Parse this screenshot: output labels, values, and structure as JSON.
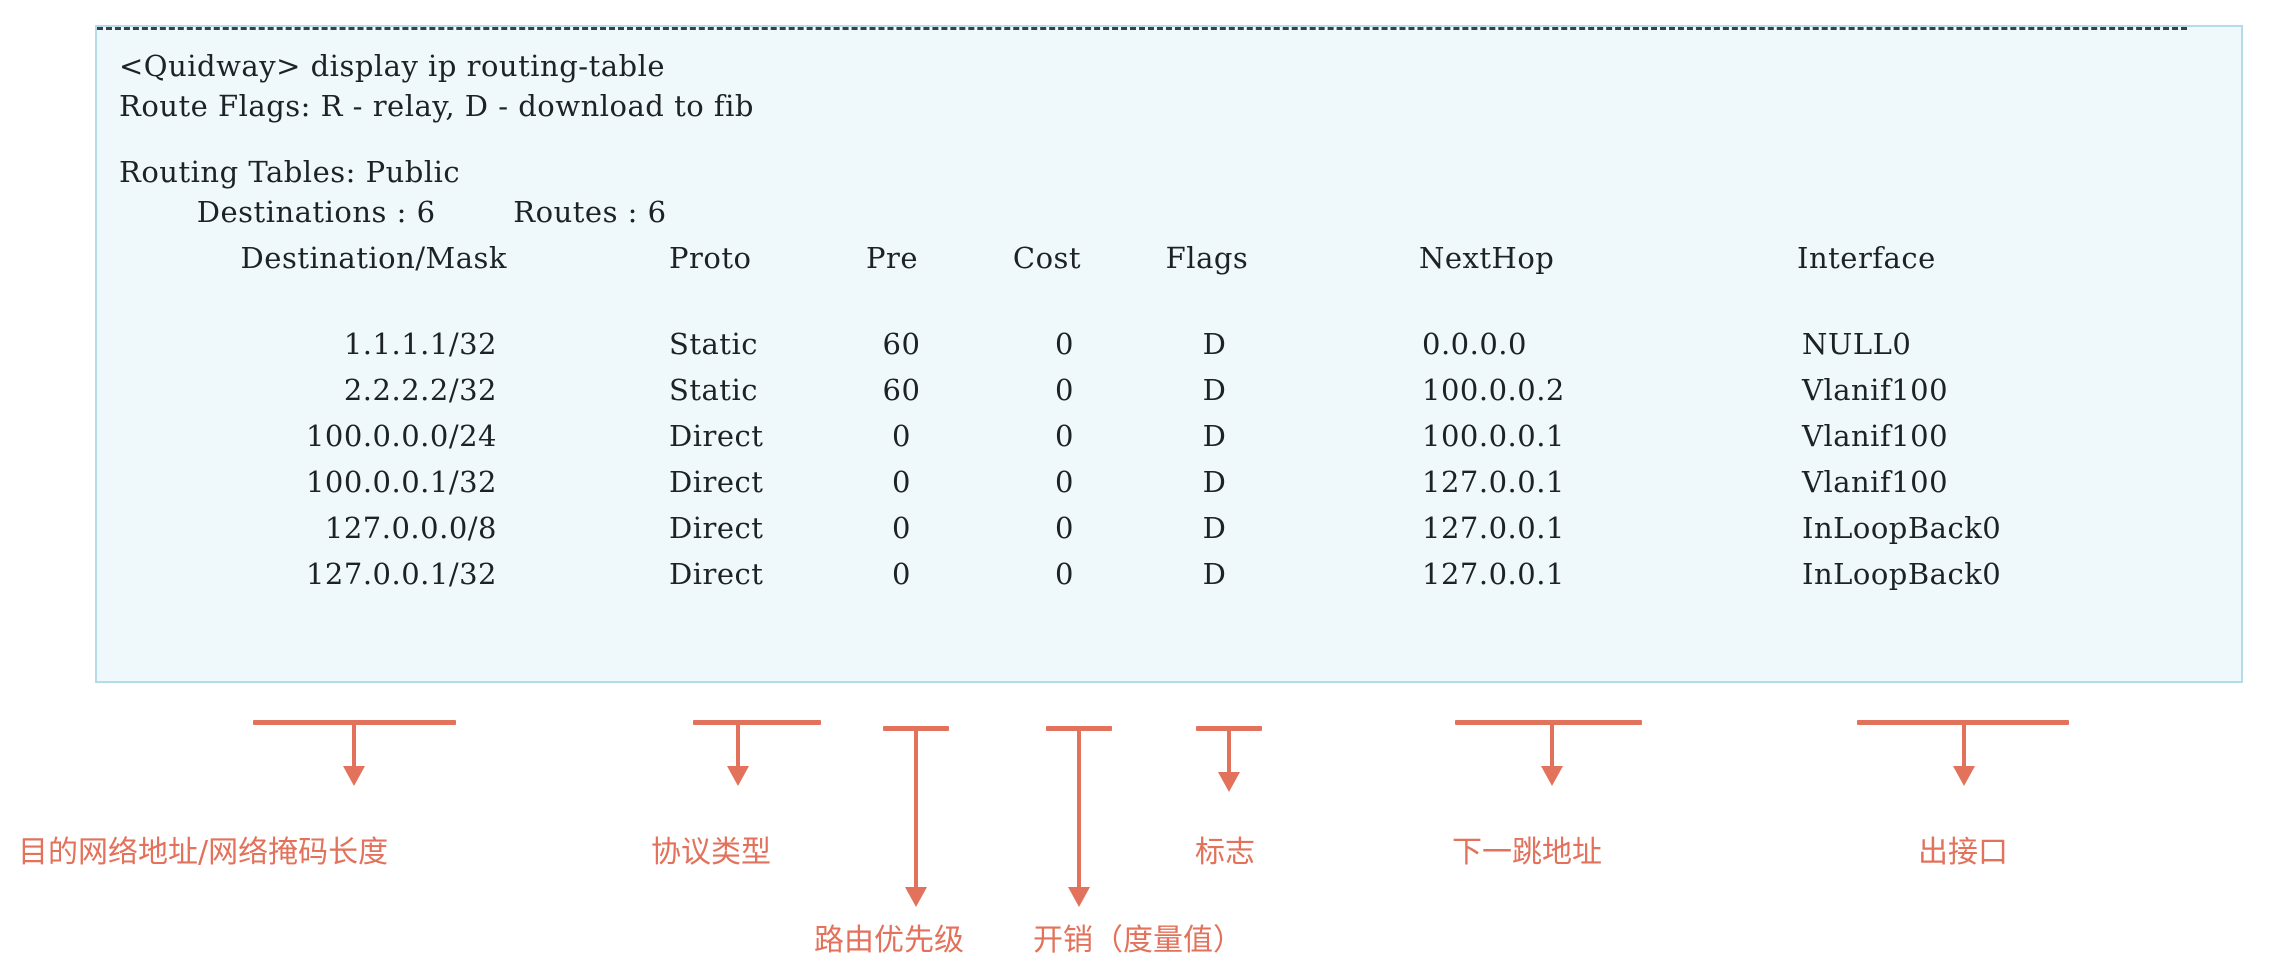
{
  "terminal": {
    "command_line": "<Quidway> display ip routing-table",
    "flags_line": "Route Flags: R - relay, D - download to fib",
    "separator": "------------------------------------------------------------------------------------------",
    "tables_line": "Routing Tables: Public",
    "counts_line": "        Destinations : 6        Routes : 6",
    "destinations_count": "6",
    "routes_count": "6",
    "background_color": "#eff9fb",
    "border_color": "#b3dce8",
    "text_color": "#1d2226"
  },
  "table": {
    "headers": {
      "destination": "Destination/Mask",
      "proto": "Proto",
      "pre": "Pre",
      "cost": "Cost",
      "flags": "Flags",
      "nexthop": "NextHop",
      "interface": "Interface"
    },
    "rows": [
      {
        "destination": "1.1.1.1/32",
        "proto": "Static",
        "pre": "60",
        "cost": "0",
        "flags": "D",
        "nexthop": "0.0.0.0",
        "interface": "NULL0"
      },
      {
        "destination": "2.2.2.2/32",
        "proto": "Static",
        "pre": "60",
        "cost": "0",
        "flags": "D",
        "nexthop": "100.0.0.2",
        "interface": "Vlanif100"
      },
      {
        "destination": "100.0.0.0/24",
        "proto": "Direct",
        "pre": "0",
        "cost": "0",
        "flags": "D",
        "nexthop": "100.0.0.1",
        "interface": "Vlanif100"
      },
      {
        "destination": "100.0.0.1/32",
        "proto": "Direct",
        "pre": "0",
        "cost": "0",
        "flags": "D",
        "nexthop": "127.0.0.1",
        "interface": "Vlanif100"
      },
      {
        "destination": "127.0.0.0/8",
        "proto": "Direct",
        "pre": "0",
        "cost": "0",
        "flags": "D",
        "nexthop": "127.0.0.1",
        "interface": "InLoopBack0"
      },
      {
        "destination": "127.0.0.1/32",
        "proto": "Direct",
        "pre": "0",
        "cost": "0",
        "flags": "D",
        "nexthop": "127.0.0.1",
        "interface": "InLoopBack0"
      }
    ]
  },
  "annotations": {
    "color": "#e2725b",
    "items": [
      {
        "id": "destination-mask",
        "label": "目的网络地址/网络掩码长度"
      },
      {
        "id": "proto-type",
        "label": "协议类型"
      },
      {
        "id": "route-preference",
        "label": "路由优先级"
      },
      {
        "id": "cost-metric",
        "label": "开销（度量值）"
      },
      {
        "id": "flag",
        "label": "标志"
      },
      {
        "id": "next-hop",
        "label": "下一跳地址"
      },
      {
        "id": "out-interface",
        "label": "出接口"
      }
    ]
  }
}
